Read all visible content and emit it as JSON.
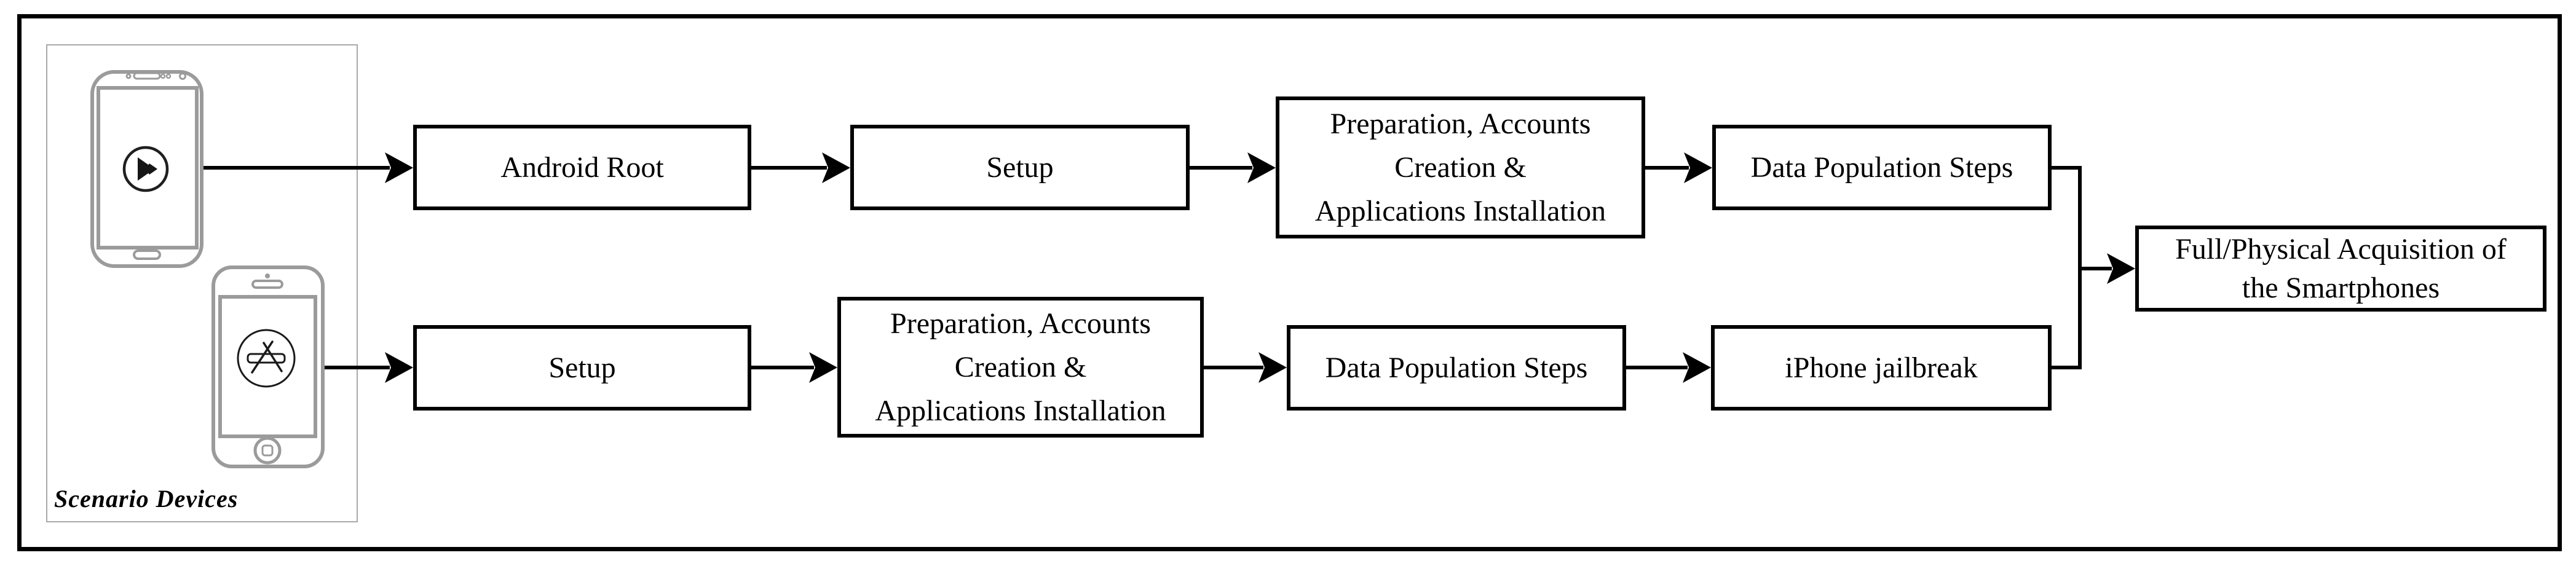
{
  "figure": {
    "scenario_panel": {
      "label": "Scenario Devices",
      "device_icons": [
        "google-play-icon",
        "app-store-icon"
      ]
    },
    "android_flow": {
      "steps": [
        {
          "lines": [
            "Android Root"
          ]
        },
        {
          "lines": [
            "Setup"
          ]
        },
        {
          "lines": [
            "Preparation, Accounts",
            "Creation &",
            "Applications Installation"
          ]
        },
        {
          "lines": [
            "Data Population Steps"
          ]
        }
      ]
    },
    "iphone_flow": {
      "steps": [
        {
          "lines": [
            "Setup"
          ]
        },
        {
          "lines": [
            "Preparation, Accounts",
            "Creation &",
            "Applications Installation"
          ]
        },
        {
          "lines": [
            "Data Population Steps"
          ]
        },
        {
          "lines": [
            "iPhone jailbreak"
          ]
        }
      ]
    },
    "merge_step": {
      "lines": [
        "Full/Physical Acquisition of",
        "the Smartphones"
      ]
    },
    "colors": {
      "background": "#ffffff",
      "frame": "#000000",
      "box_border": "#000000",
      "text": "#000000",
      "connector": "#000000",
      "phone_outline": "#9b9b9b",
      "panel_border": "#a9a9a9",
      "icon_ink": "#1a1a1a"
    }
  }
}
